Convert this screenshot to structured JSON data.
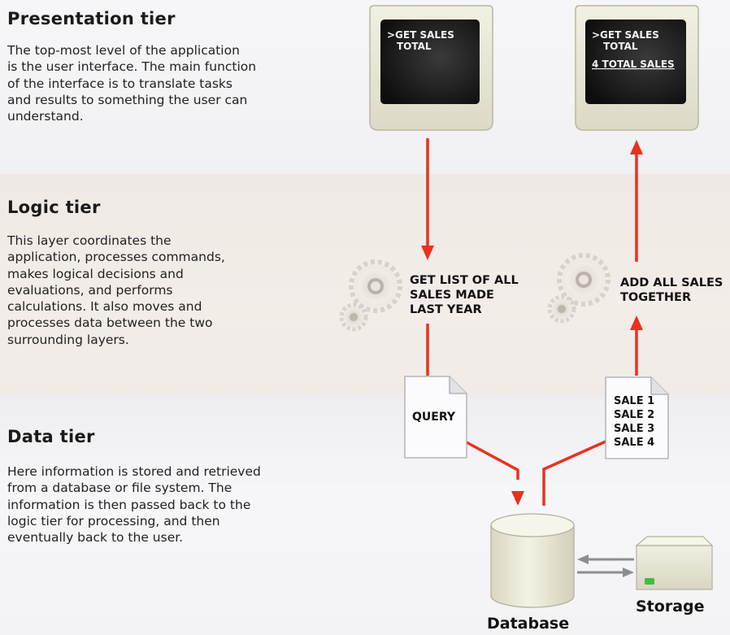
{
  "presentation": {
    "title": "Presentation tier",
    "description": "The top-most level of the application\nis the user interface. The main function\nof the interface is to translate tasks\nand results to something the user can\nunderstand."
  },
  "logic": {
    "title": "Logic tier",
    "description": "This layer coordinates the\napplication, processes commands,\nmakes logical decisions and\nevaluations, and performs\ncalculations.  It also moves and\nprocesses data between the two\nsurrounding layers."
  },
  "data": {
    "title": "Data tier",
    "description": "Here information is stored and retrieved\nfrom a database or file system.  The\ninformation is then passed back to the\nlogic tier for processing, and then\neventually back to the user."
  },
  "screens": {
    "left": {
      "line1": ">GET SALES",
      "line2": "TOTAL"
    },
    "right": {
      "line1": ">GET SALES",
      "line2": "TOTAL",
      "result": "4 TOTAL SALES"
    }
  },
  "processes": {
    "left": [
      "GET LIST OF ALL",
      "SALES MADE",
      "LAST YEAR"
    ],
    "right": [
      "ADD ALL SALES",
      "TOGETHER"
    ]
  },
  "documents": {
    "query": "QUERY",
    "sales": [
      "SALE 1",
      "SALE 2",
      "SALE 3",
      "SALE 4"
    ]
  },
  "storage": {
    "database_label": "Database",
    "storage_label": "Storage"
  },
  "colors": {
    "arrow": "#e8321e",
    "screen": "#141414",
    "monitor": "#e8e6d4",
    "cylinder": "#ebe9d5"
  },
  "icons": [
    "gear-icon",
    "monitor-icon",
    "document-icon",
    "database-icon",
    "storage-icon"
  ]
}
